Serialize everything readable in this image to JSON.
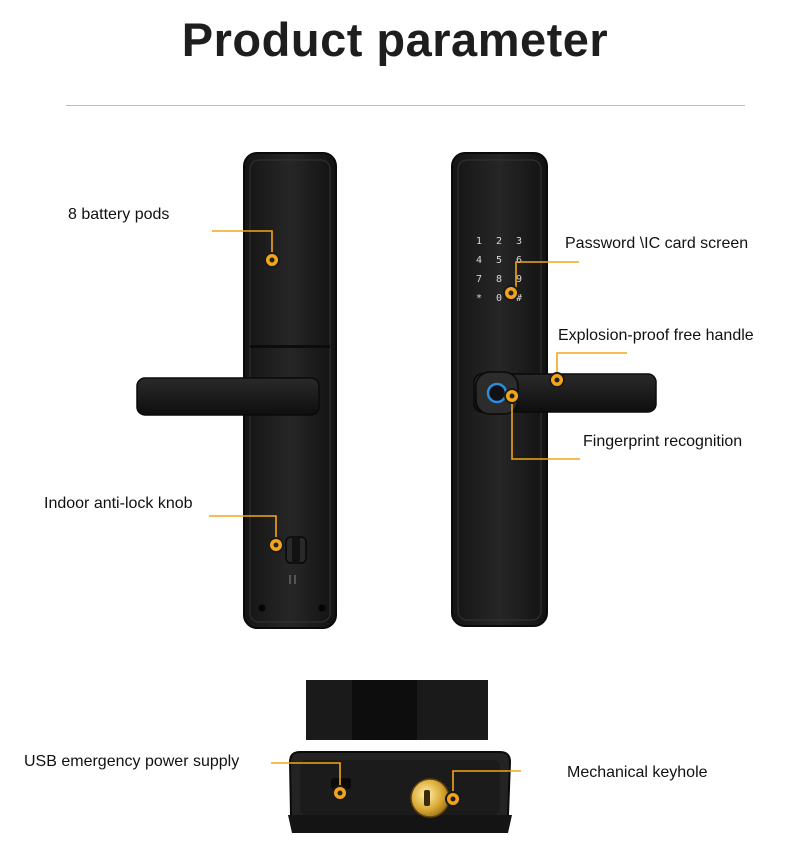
{
  "title": "Product parameter",
  "accent_color": "#f2a51c",
  "callouts": {
    "battery": "8 battery pods",
    "knob": "Indoor anti-lock knob",
    "usb": "USB emergency power supply",
    "password": "Password \\IC card screen",
    "handle": "Explosion-proof free handle",
    "fingerprint": "Fingerprint recognition",
    "keyhole": "Mechanical keyhole"
  },
  "keypad": [
    "1",
    "2",
    "3",
    "4",
    "5",
    "6",
    "7",
    "8",
    "9",
    "*",
    "0",
    "#"
  ]
}
